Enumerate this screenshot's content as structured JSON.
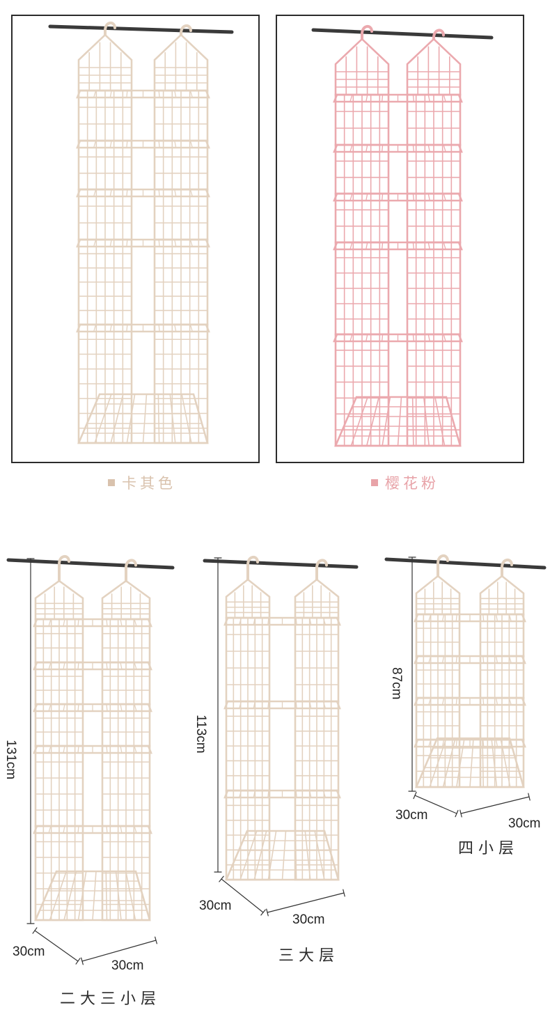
{
  "colors": {
    "khaki": "#d9c2ad",
    "khaki_line": "#e3d2c0",
    "pink": "#e8a3a8",
    "pink_line": "#eba9ae",
    "rod": "#3a3a3a"
  },
  "variants": [
    {
      "name": "卡其色"
    },
    {
      "name": "樱花粉"
    }
  ],
  "sizes": [
    {
      "label": "二大三小层",
      "height": "131cm",
      "depth": "30cm",
      "width": "30cm"
    },
    {
      "label": "三大层",
      "height": "113cm",
      "depth": "30cm",
      "width": "30cm"
    },
    {
      "label": "四小层",
      "height": "87cm",
      "depth": "30cm",
      "width": "30cm"
    }
  ]
}
